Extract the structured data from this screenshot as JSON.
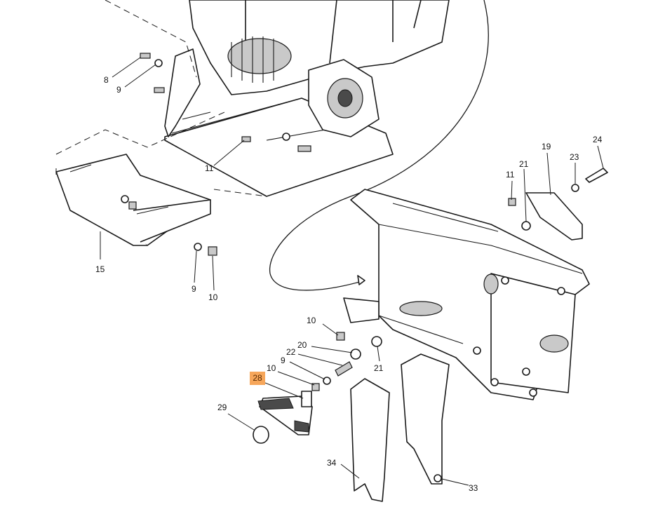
{
  "diagram": {
    "callouts": [
      {
        "id": "c8",
        "text": "8"
      },
      {
        "id": "c9a",
        "text": "9"
      },
      {
        "id": "c11a",
        "text": "11"
      },
      {
        "id": "c15",
        "text": "15"
      },
      {
        "id": "c9b",
        "text": "9"
      },
      {
        "id": "c10a",
        "text": "10"
      },
      {
        "id": "c19",
        "text": "19"
      },
      {
        "id": "c21a",
        "text": "21"
      },
      {
        "id": "c11b",
        "text": "11"
      },
      {
        "id": "c23",
        "text": "23"
      },
      {
        "id": "c24",
        "text": "24"
      },
      {
        "id": "c10b",
        "text": "10"
      },
      {
        "id": "c20",
        "text": "20"
      },
      {
        "id": "c22",
        "text": "22"
      },
      {
        "id": "c21b",
        "text": "21"
      },
      {
        "id": "c9c",
        "text": "9"
      },
      {
        "id": "c10c",
        "text": "10"
      },
      {
        "id": "c29",
        "text": "29"
      },
      {
        "id": "c34",
        "text": "34"
      },
      {
        "id": "c33",
        "text": "33"
      }
    ],
    "highlighted_callout": "28",
    "highlight_color": "#f6a65a"
  }
}
